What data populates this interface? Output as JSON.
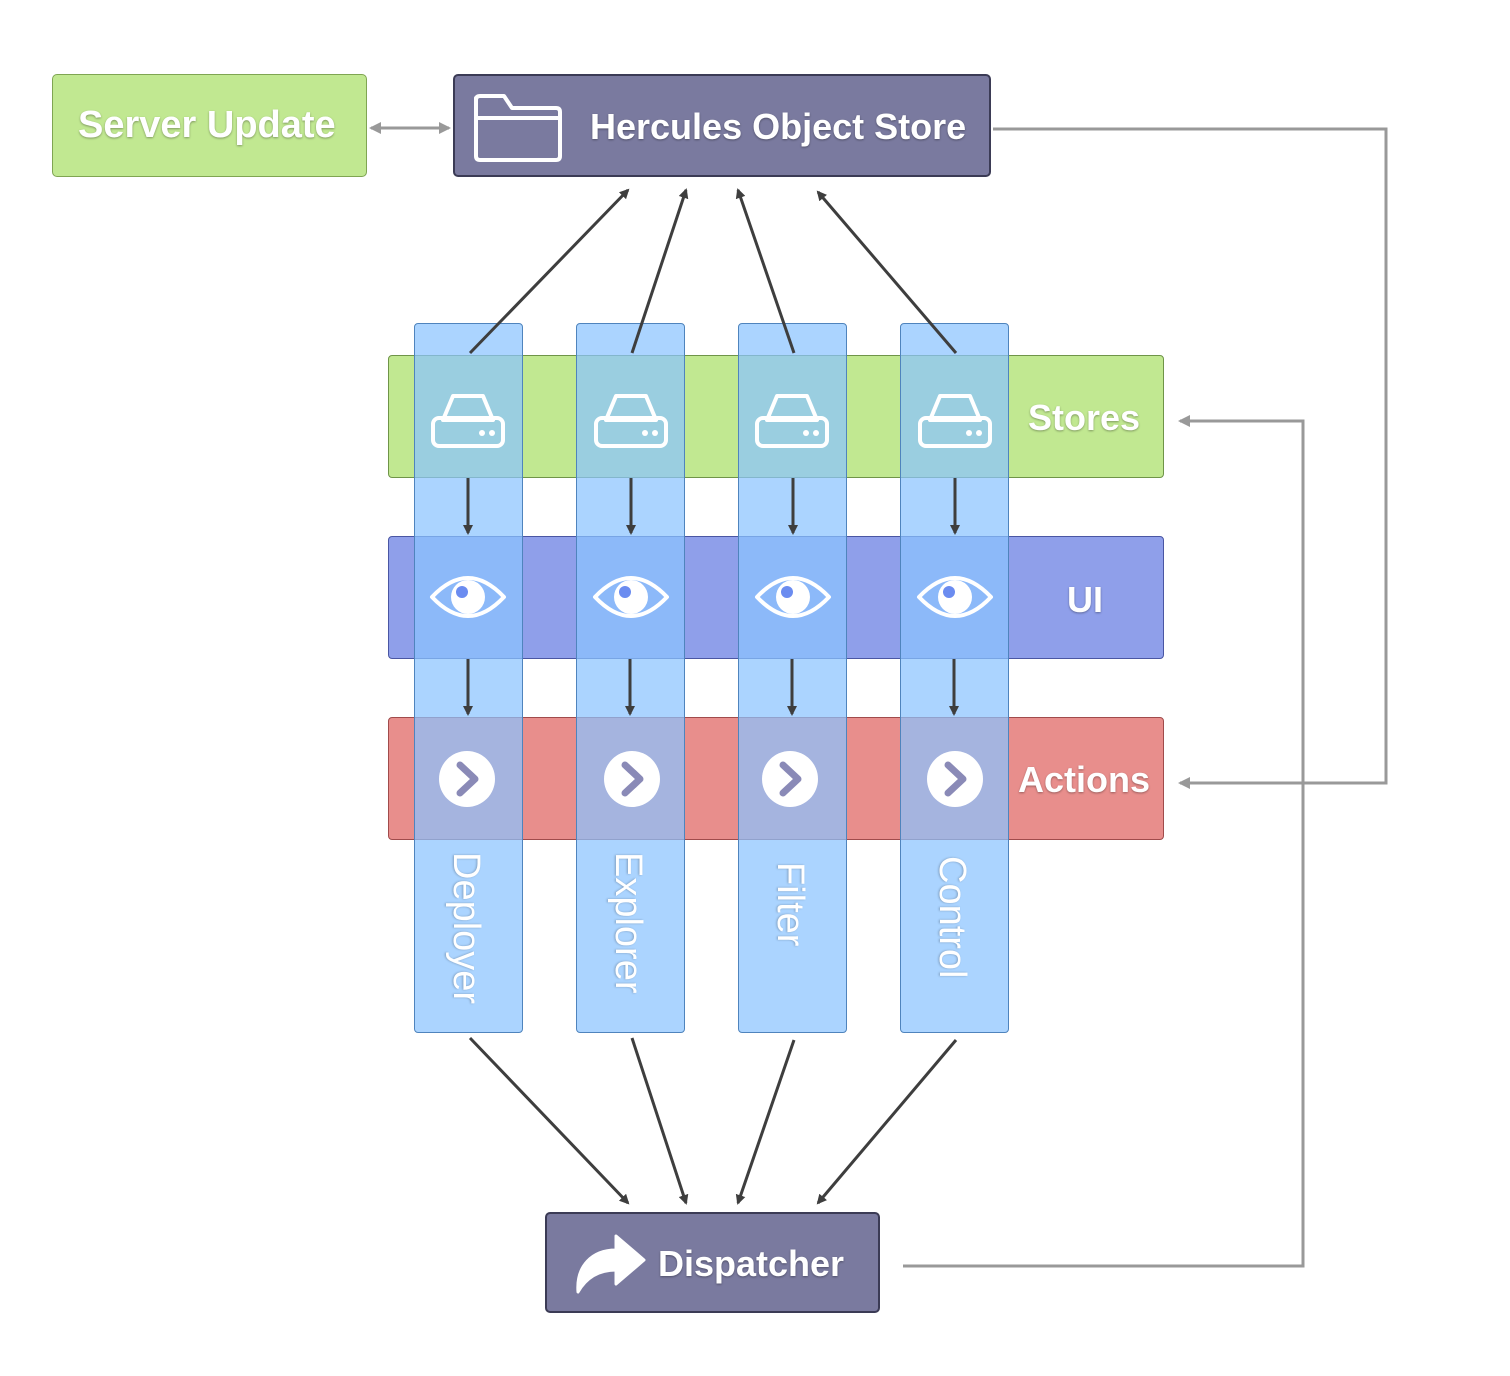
{
  "nodes": {
    "server_update": "Server Update",
    "object_store": "Hercules Object Store",
    "dispatcher": "Dispatcher"
  },
  "layers": {
    "stores": "Stores",
    "ui": "UI",
    "actions": "Actions"
  },
  "components": [
    "Deployer",
    "Explorer",
    "Filter",
    "Control"
  ],
  "icons": {
    "object_store": "folder-icon",
    "stores": "hard-drive-icon",
    "ui": "eye-icon",
    "actions": "chevron-right-circle-icon",
    "dispatcher": "share-arrow-icon"
  },
  "colors": {
    "node_purple": "#7a7a9f",
    "stores_green": "#c1e891",
    "ui_blue": "#8f9fea",
    "actions_red": "#e88e8c",
    "component_blue": "#8ac4ff",
    "arrow_dark": "#3e3e3e",
    "arrow_gray": "#999999"
  }
}
